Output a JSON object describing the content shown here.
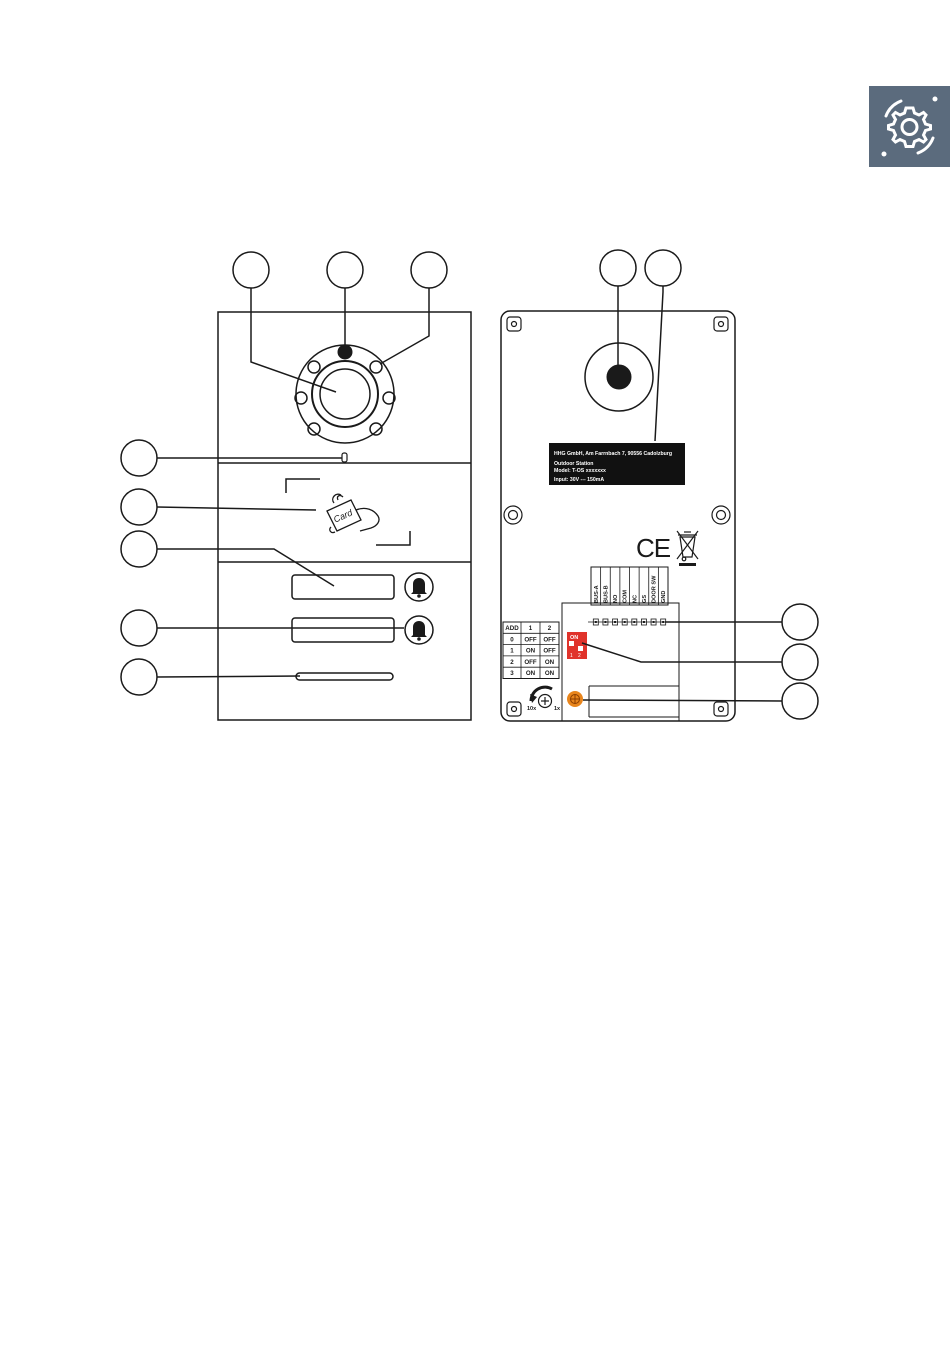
{
  "badge": {
    "icon": "settings-gear-icon",
    "color": "#5b6b7d"
  },
  "rear_panel": {
    "label_lines": [
      "HHG GmbH, Am Farrnbach 7, 90556 Cadolzburg",
      "Outdoor Station",
      "Model: T-OS xxxxxxx",
      "Input: 30V --- 150mA"
    ],
    "card_text": "Card",
    "ce_mark": "CE",
    "terminals": [
      "BUS-A",
      "BUS-B",
      "NO",
      "COM",
      "NC",
      "GS",
      "DOOR SW",
      "GND"
    ],
    "dip_switch": {
      "on_label": "ON",
      "positions": [
        "1",
        "2"
      ],
      "color": "#e0332b"
    },
    "address_table": {
      "header": [
        "ADD",
        "1",
        "2"
      ],
      "rows": [
        [
          "0",
          "OFF",
          "OFF"
        ],
        [
          "1",
          "ON",
          "OFF"
        ],
        [
          "2",
          "OFF",
          "ON"
        ],
        [
          "3",
          "ON",
          "ON"
        ]
      ]
    },
    "volume_labels": {
      "max": "10x",
      "min": "1x"
    },
    "potentiometer_color": "#e8851c"
  }
}
